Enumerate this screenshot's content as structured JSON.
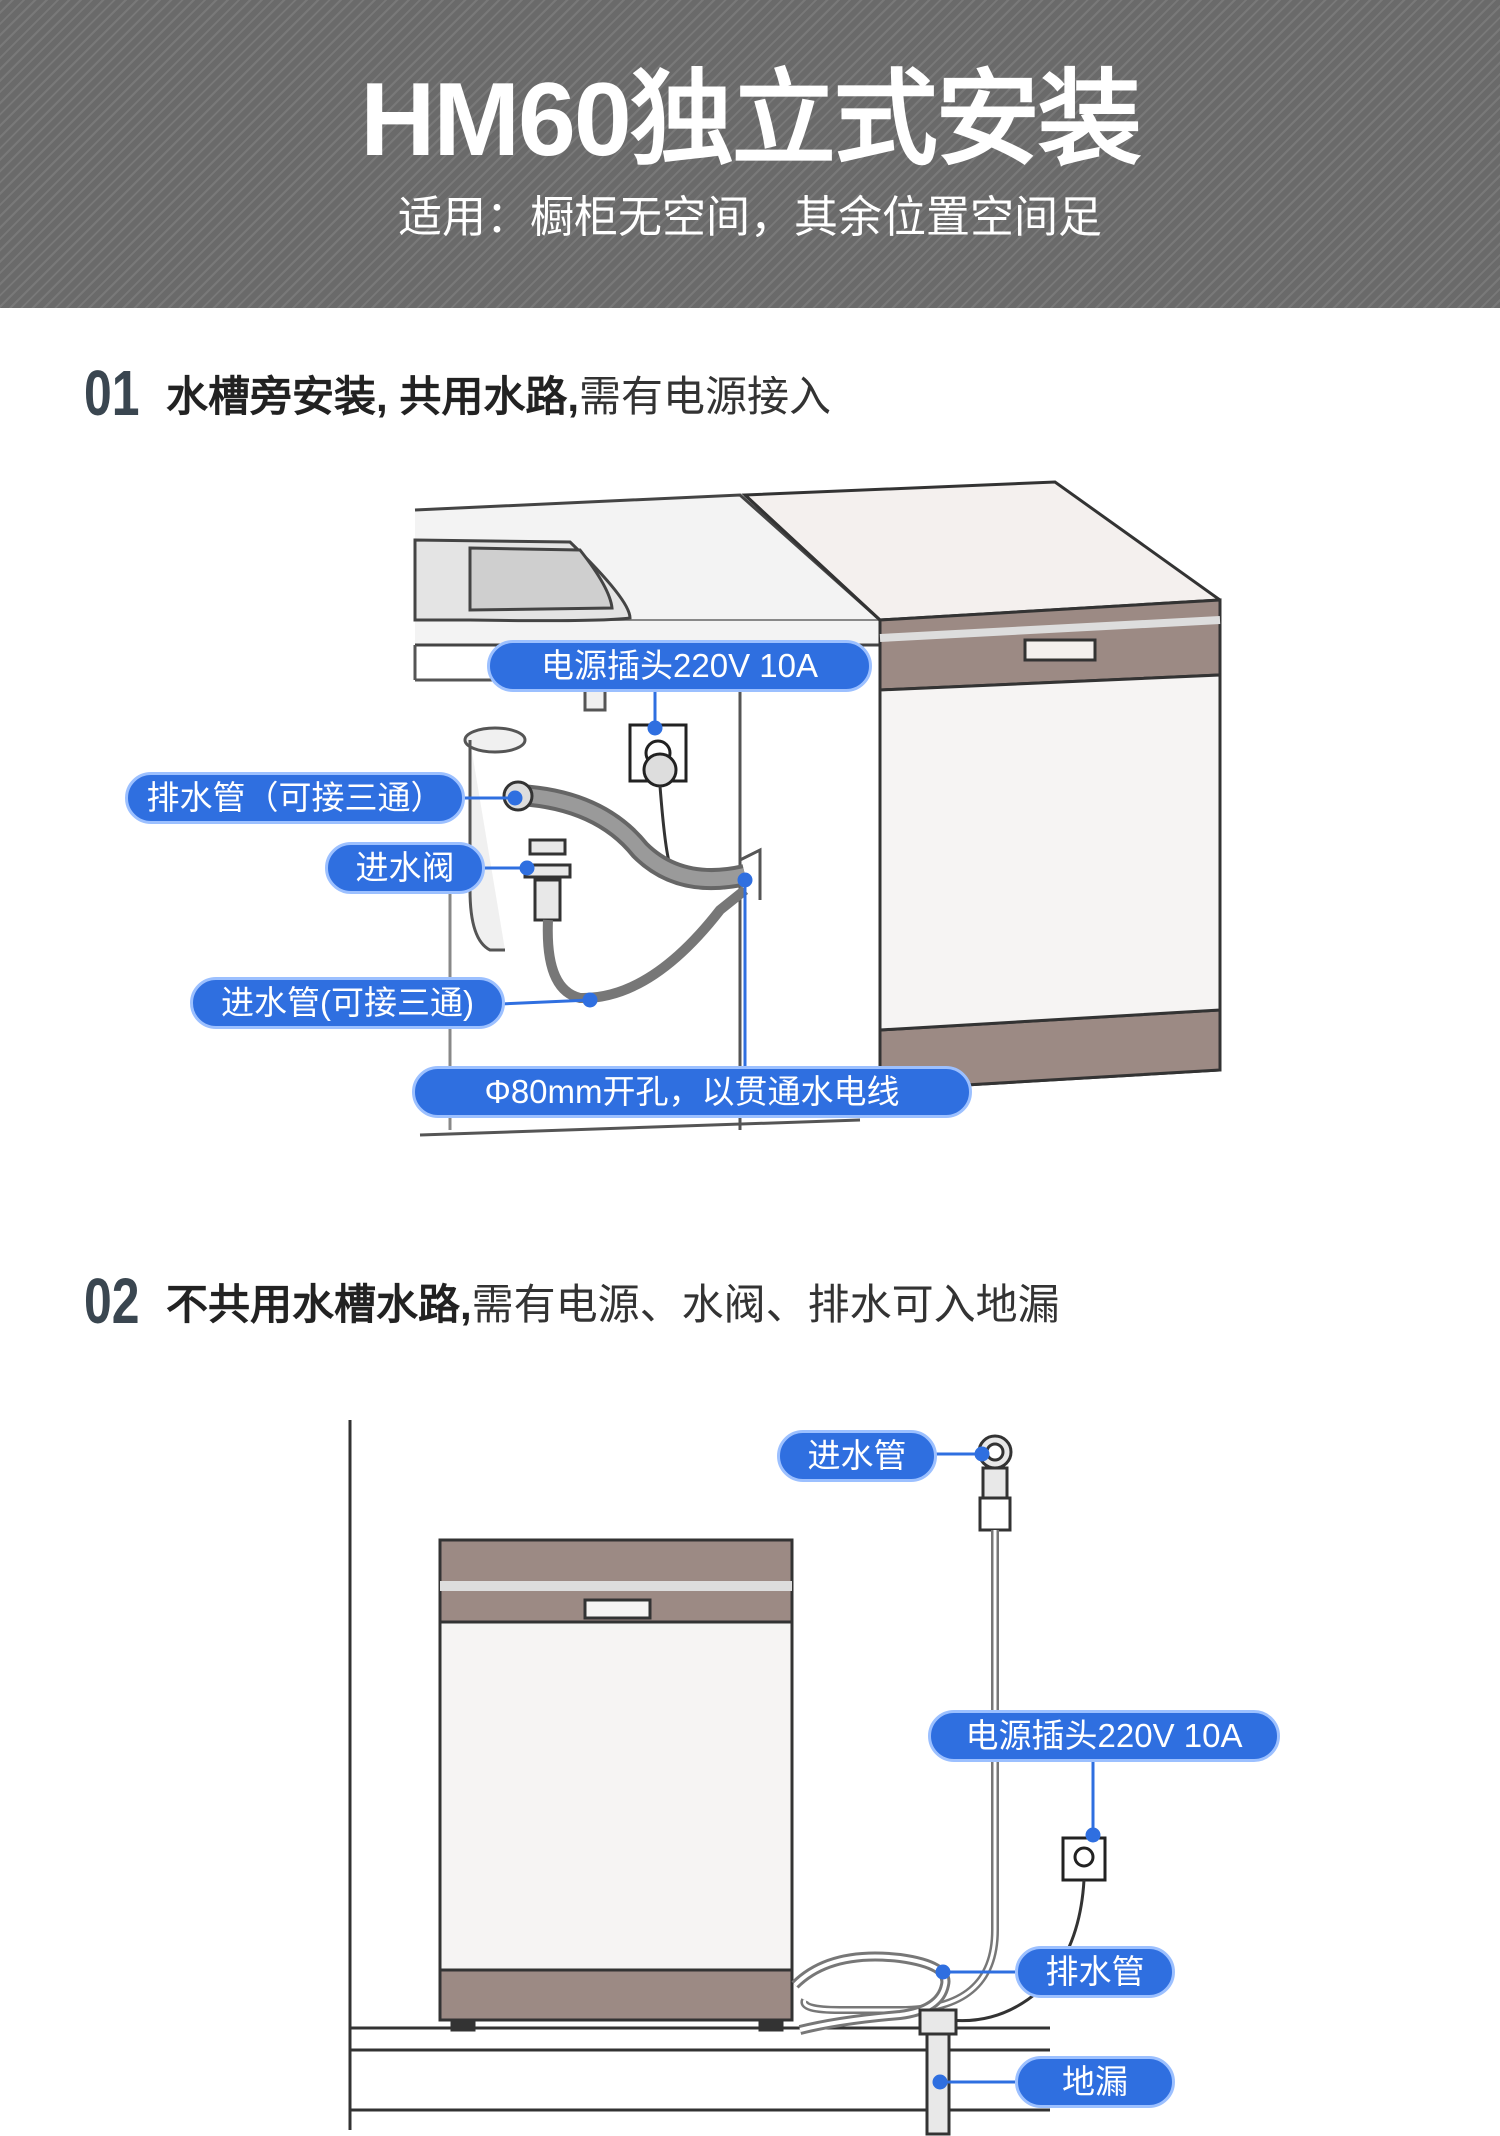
{
  "header": {
    "title": "HM60独立式安装",
    "subtitle": "适用：橱柜无空间，其余位置空间足"
  },
  "sections": [
    {
      "num": "01",
      "bold": "水槽旁安装, 共用水路,",
      "normal": " 需有电源接入",
      "callouts": {
        "power_plug": "电源插头220V 10A",
        "drain_pipe": "排水管（可接三通）",
        "inlet_valve": "进水阀",
        "inlet_pipe": "进水管(可接三通)",
        "hole": "Φ80mm开孔，以贯通水电线"
      }
    },
    {
      "num": "02",
      "bold": "不共用水槽水路,",
      "normal": " 需有电源、水阀、排水可入地漏",
      "callouts": {
        "inlet_pipe": "进水管",
        "power_plug": "电源插头220V 10A",
        "drain_pipe": "排水管",
        "floor_drain": "地漏"
      }
    }
  ],
  "colors": {
    "accent_blue": "#2f6fe0",
    "header_gray": "#6a6a6a",
    "appliance_trim": "#9c8a84"
  }
}
